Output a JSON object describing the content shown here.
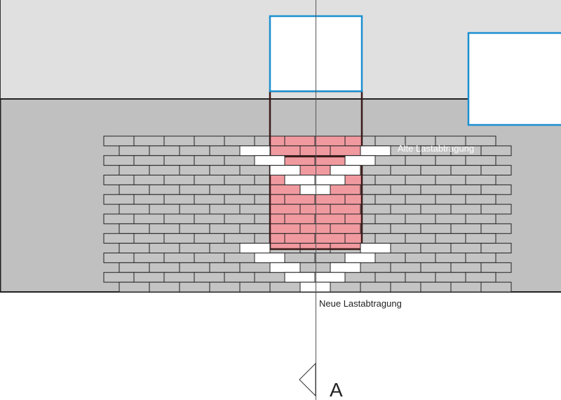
{
  "labels": {
    "old_load_path": "Alte Lastabtragung",
    "new_load_path": "Neue Lastabtragung",
    "section_marker": "A"
  },
  "colors": {
    "upper_wall": "#e0e0e0",
    "lower_wall": "#c0c0c0",
    "brick": "#c4c4c4",
    "pink_column": "#f09aa0",
    "window_outline": "#1a8fd0",
    "load_bricks": "#ffffff"
  }
}
